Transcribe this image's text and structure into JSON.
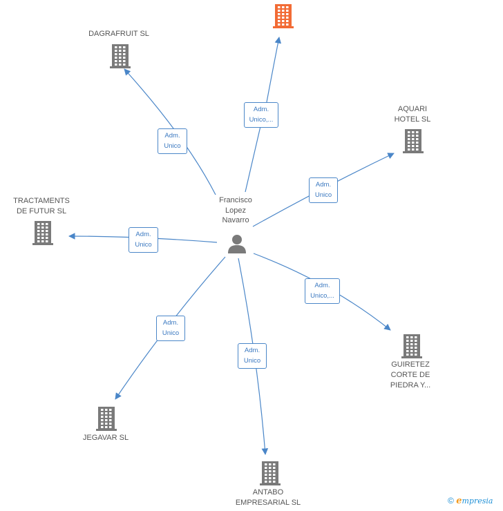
{
  "center": {
    "name_lines": [
      "Francisco",
      "Lopez",
      "Navarro"
    ],
    "icon": "person-icon"
  },
  "colors": {
    "edge": "#4a86c8",
    "building": "#7a7a7a",
    "building_highlight": "#f26b35"
  },
  "companies": [
    {
      "id": "top",
      "name_lines": [],
      "highlight": true,
      "role_lines": [
        "Adm.",
        "Unico,..."
      ]
    },
    {
      "id": "dagrafruit",
      "name_lines": [
        "DAGRAFRUIT SL"
      ],
      "role_lines": [
        "Adm.",
        "Unico"
      ]
    },
    {
      "id": "aquari",
      "name_lines": [
        "AQUARI",
        "HOTEL  SL"
      ],
      "role_lines": [
        "Adm.",
        "Unico"
      ]
    },
    {
      "id": "tractaments",
      "name_lines": [
        "TRACTAMENTS",
        "DE FUTUR SL"
      ],
      "role_lines": [
        "Adm.",
        "Unico"
      ]
    },
    {
      "id": "guiretez",
      "name_lines": [
        "GUIRETEZ",
        "CORTE DE",
        "PIEDRA Y..."
      ],
      "role_lines": [
        "Adm.",
        "Unico,..."
      ]
    },
    {
      "id": "jegavar",
      "name_lines": [
        "JEGAVAR SL"
      ],
      "role_lines": [
        "Adm.",
        "Unico"
      ]
    },
    {
      "id": "antabo",
      "name_lines": [
        "ANTABO",
        "EMPRESARIAL SL"
      ],
      "role_lines": [
        "Adm.",
        "Unico"
      ]
    }
  ],
  "footer": {
    "copyright_symbol": "©",
    "brand_first": "e",
    "brand_rest": "mpresia"
  }
}
